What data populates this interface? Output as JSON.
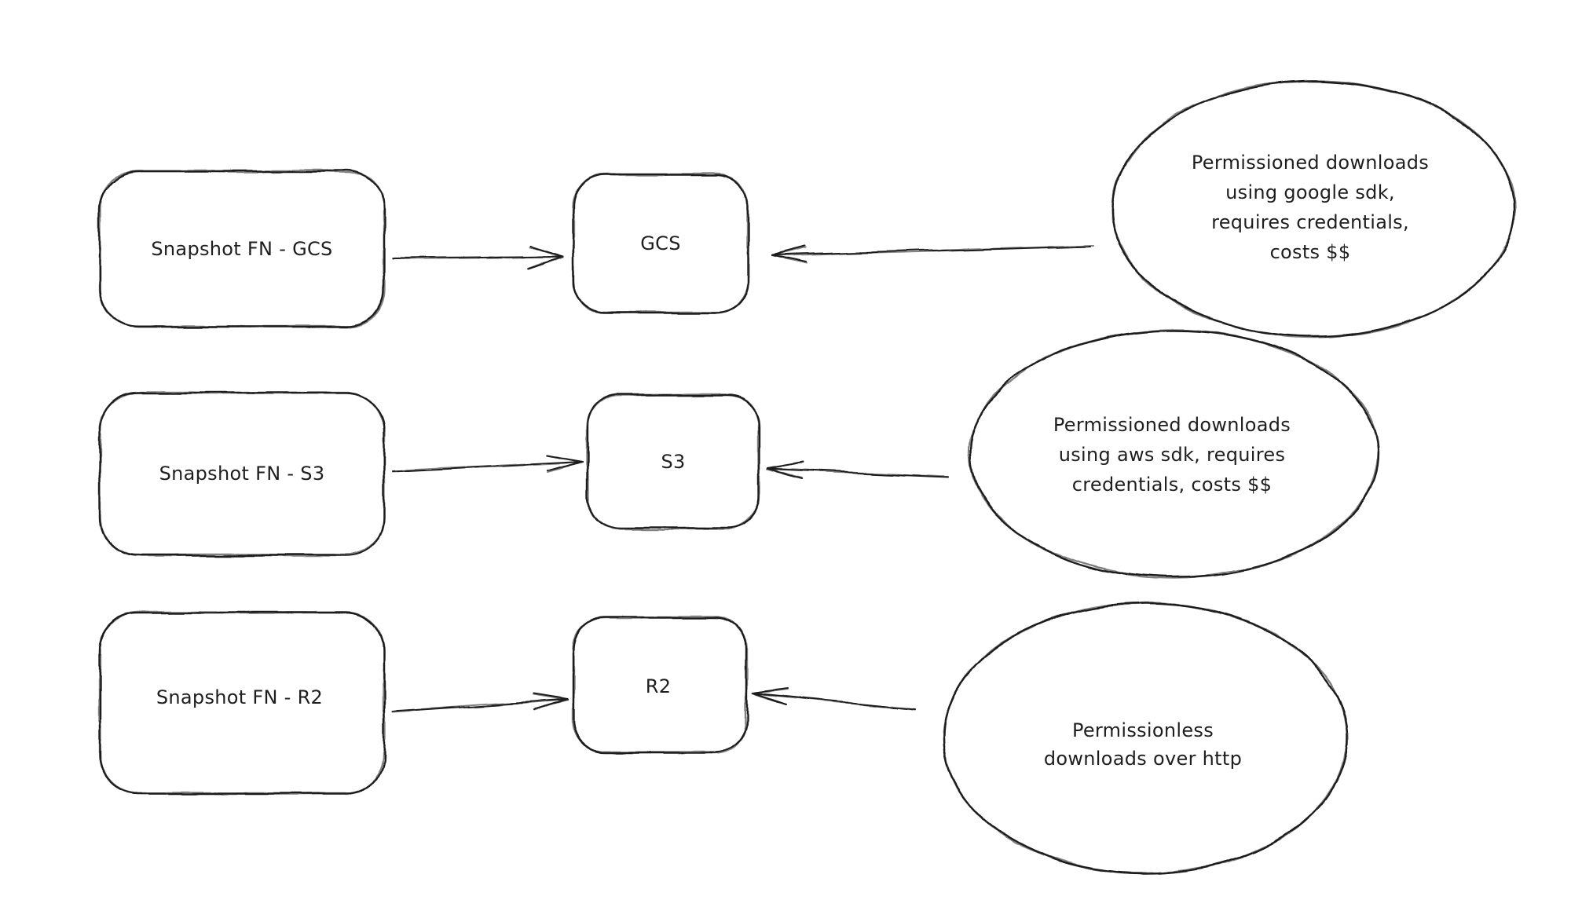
{
  "canvas": {
    "background_color": "#ffffff",
    "stroke_color": "#1e1e1e",
    "text_color": "#1e1e1e",
    "style": "hand-drawn-sketch"
  },
  "diagram": {
    "rows": [
      {
        "id": "gcs",
        "source_label": "Snapshot FN - GCS",
        "target_label": "GCS",
        "note_lines": [
          "Permissioned downloads",
          "using google sdk,",
          "requires credentials,",
          "costs $$"
        ],
        "arrows": [
          {
            "from": "Snapshot FN - GCS",
            "to": "GCS"
          },
          {
            "from": "note",
            "to": "GCS"
          }
        ]
      },
      {
        "id": "s3",
        "source_label": "Snapshot FN - S3",
        "target_label": "S3",
        "note_lines": [
          "Permissioned downloads",
          "using aws sdk, requires",
          "credentials, costs $$"
        ],
        "arrows": [
          {
            "from": "Snapshot FN - S3",
            "to": "S3"
          },
          {
            "from": "note",
            "to": "S3"
          }
        ]
      },
      {
        "id": "r2",
        "source_label": "Snapshot FN - R2",
        "target_label": "R2",
        "note_lines": [
          "Permissionless",
          "downloads over http"
        ],
        "arrows": [
          {
            "from": "Snapshot FN - R2",
            "to": "R2"
          },
          {
            "from": "note",
            "to": "R2"
          }
        ]
      }
    ]
  }
}
